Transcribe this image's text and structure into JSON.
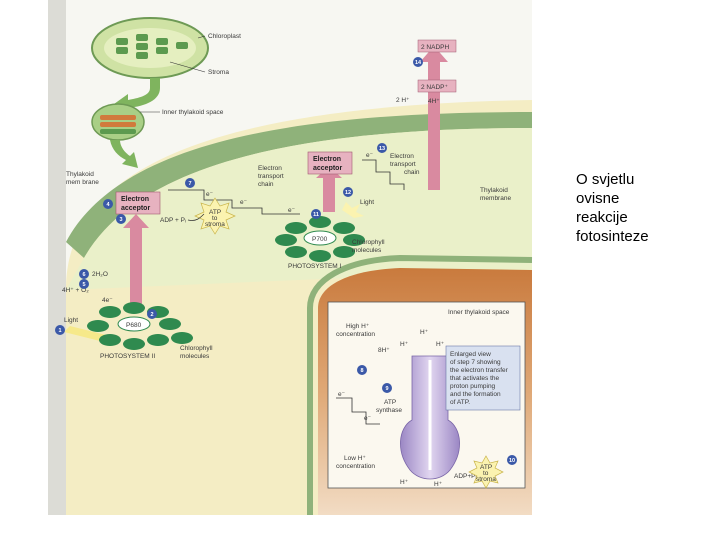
{
  "caption": {
    "lines": [
      "O svjetlu",
      "ovisne",
      "reakcije",
      "fotosinteze"
    ]
  },
  "colors": {
    "stroma": "#f3ecc0",
    "membrane": "#8fb27a",
    "thylakoid_space": "#c9864d",
    "arrow_pink": "#d98aa0",
    "step_marker": "#3b59a8",
    "atp_synthase": "#b9a6d8"
  },
  "labels": {
    "chloroplast": "Chloroplast",
    "stroma": "Stroma",
    "inner_thylakoid_space_top": "Inner thylakoid space",
    "thylakoid_membrane_left_1": "Thylakoid",
    "thylakoid_membrane_left_2": "mem brane",
    "nadph": "2 NADPH",
    "nadp": "2 NADP⁺",
    "two_h": "2 H⁺",
    "four_h_top": "4H⁺",
    "electron_acceptor_1": "Electron",
    "electron_acceptor_2": "acceptor",
    "etc_1": "Electron",
    "etc_2": "transport",
    "etc_3": "chain",
    "thylakoid_membrane_right_1": "Thylakoid",
    "thylakoid_membrane_right_2": "membrane",
    "etc_mid_1": "Electron",
    "etc_mid_2": "transport",
    "etc_mid_3": "chain",
    "adp_pi": "ADP + Pᵢ",
    "atp_1": "ATP",
    "atp_2": "to",
    "atp_3": "stroma",
    "light_right": "Light",
    "p700": "P700",
    "chlorophyll_right_1": "Chlorophyll",
    "chlorophyll_right_2": "molecules",
    "photosystem_1": "PHOTOSYSTEM I",
    "two_h2o": "2H₂O",
    "four_h_o2": "4H⁺ + O₂",
    "four_e": "4e⁻",
    "light_left": "Light",
    "p680": "P680",
    "photosystem_2": "PHOTOSYSTEM II",
    "chlorophyll_left_1": "Chlorophyll",
    "chlorophyll_left_2": "molecules",
    "inner_thylakoid_space": "Inner thylakoid space",
    "high_h_1": "High H⁺",
    "high_h_2": "concentration",
    "h_plus": "H⁺",
    "eight_h": "8H⁺",
    "enlarged_view": [
      "Enlarged view",
      "of step 7 showing",
      "the electron transfer",
      "that activates the",
      "proton pumping",
      "and the formation",
      "of ATP."
    ],
    "atp_synthase_1": "ATP",
    "atp_synthase_2": "synthase",
    "low_h_1": "Low H⁺",
    "low_h_2": "concentration",
    "adp_bottom": "ADP+Pᵢ",
    "atp_bottom_1": "ATP",
    "atp_bottom_2": "to",
    "atp_bottom_3": "stroma",
    "e_minus": "e⁻"
  },
  "steps": {
    "s1": "1",
    "s2": "2",
    "s3": "3",
    "s4": "4",
    "s5": "5",
    "s6": "6",
    "s7": "7",
    "s8": "8",
    "s9": "9",
    "s10": "10",
    "s11": "11",
    "s12": "12",
    "s13": "13",
    "s14": "14"
  }
}
